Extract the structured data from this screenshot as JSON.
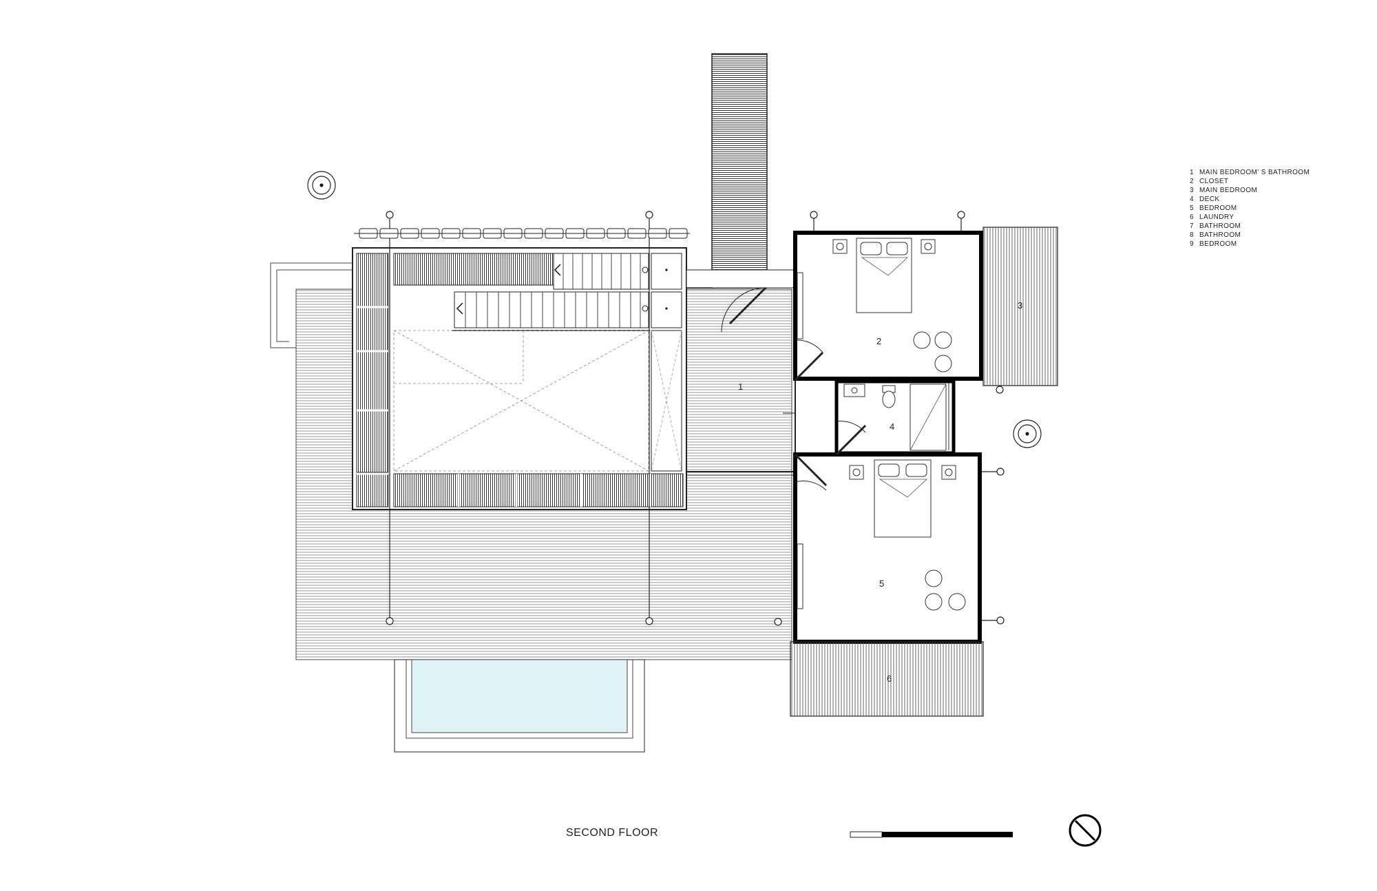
{
  "drawing_title": "SECOND FLOOR",
  "legend": [
    {
      "num": "1",
      "label": "MAIN BEDROOM' S BATHROOM"
    },
    {
      "num": "2",
      "label": "CLOSET"
    },
    {
      "num": "3",
      "label": "MAIN BEDROOM"
    },
    {
      "num": "4",
      "label": "DECK"
    },
    {
      "num": "5",
      "label": "BEDROOM"
    },
    {
      "num": "6",
      "label": "LAUNDRY"
    },
    {
      "num": "7",
      "label": "BATHROOM"
    },
    {
      "num": "8",
      "label": "BATHROOM"
    },
    {
      "num": "9",
      "label": "BEDROOM"
    }
  ],
  "room_labels": {
    "r1": "1",
    "r2": "2",
    "r3": "3",
    "r4": "4",
    "r5": "5",
    "r6": "6"
  },
  "colors": {
    "line": "#2a2a2a",
    "hatch": "#555555",
    "pool_water": "#dff2f6",
    "wall": "#000000"
  }
}
